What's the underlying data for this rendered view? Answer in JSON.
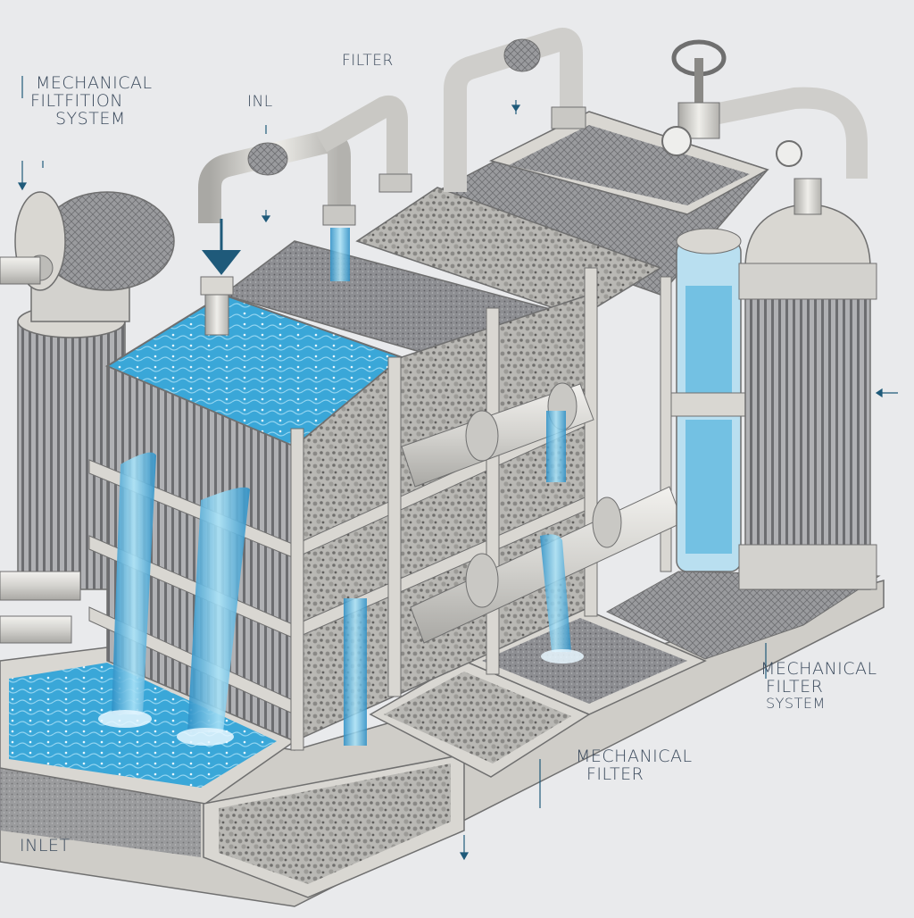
{
  "labels": {
    "top_left": [
      "MECHANICAL",
      "FILTFITION",
      "SYSTEM"
    ],
    "top_inl": "INL",
    "top_filter": "FILTER",
    "right_bottom": [
      "MECHANICAL",
      "FILTER",
      "SYSTEM"
    ],
    "bottom_center": [
      "MECHANICAL",
      "FILTER"
    ],
    "bottom_left": "INLET"
  },
  "colors": {
    "background": "#e9eaec",
    "water": "#3aa7d8",
    "water_light": "#8fd3f0",
    "structure": "#d9d7d2",
    "structure_edge": "#6f6f6f",
    "arrow": "#1f5a7a",
    "media_dark": "#7d7d80",
    "label_text": "#3b4a5c"
  }
}
